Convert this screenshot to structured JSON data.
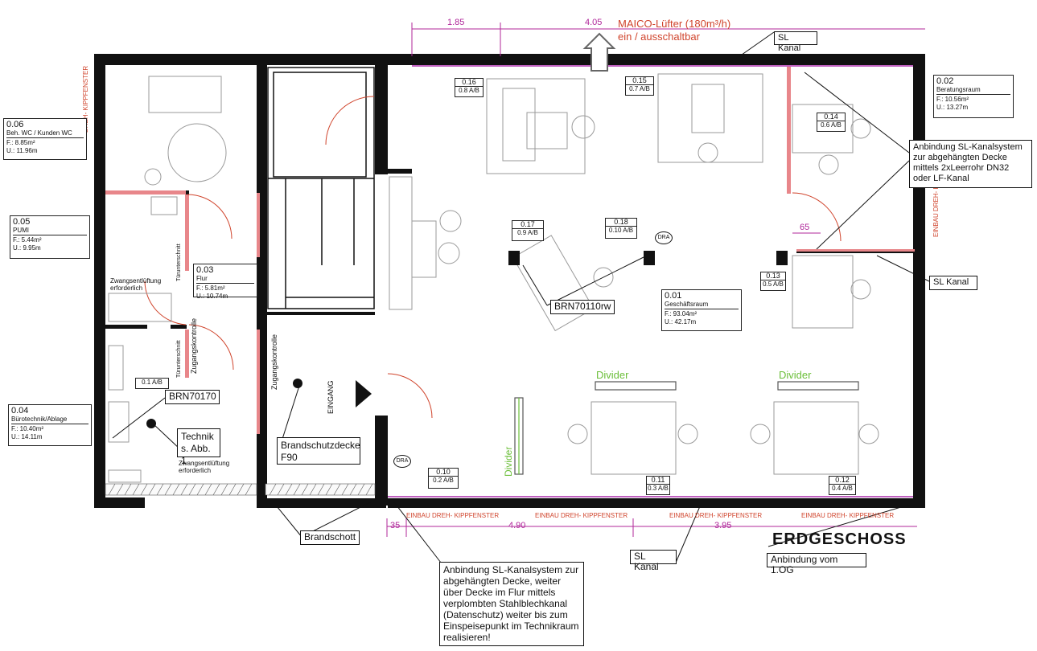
{
  "fan": {
    "line1": "MAICO-Lüfter (180m³/h)",
    "line2": "ein / ausschaltbar"
  },
  "dims": {
    "top_a": "1.85",
    "top_b": "4.05",
    "right_65": "65",
    "bottom_a": "35",
    "bottom_b": "4.90",
    "bottom_c": "3.95"
  },
  "rooms": {
    "r006": {
      "num": "0.06",
      "name": "Beh. WC / Kunden WC",
      "f": "F.:   8.85m²",
      "u": "U.:   11.96m"
    },
    "r005": {
      "num": "0.05",
      "name": "PUMI",
      "f": "F.:   5.44m²",
      "u": "U.:   9.95m"
    },
    "r003": {
      "num": "0.03",
      "name": "Flur",
      "f": "F.:   5.81m²",
      "u": "U.:   10.74m"
    },
    "r004": {
      "num": "0.04",
      "name": "Bürotechnik/Ablage",
      "f": "F.:   10.40m²",
      "u": "U.:   14.11m"
    },
    "r001": {
      "num": "0.01",
      "name": "Geschäftsraum",
      "f": "F.:   93.04m²",
      "u": "U.:   42.17m"
    },
    "r002": {
      "num": "0.02",
      "name": "Beratungsraum",
      "f": "F.:   10.56m²",
      "u": "U.:   13.27m"
    }
  },
  "tags": {
    "t016": {
      "top": "0.16",
      "bot": "0.8 A/B"
    },
    "t015": {
      "top": "0.15",
      "bot": "0.7 A/B"
    },
    "t014": {
      "top": "0.14",
      "bot": "0.6 A/B"
    },
    "t017": {
      "top": "0.17",
      "bot": "0.9 A/B"
    },
    "t018": {
      "top": "0.18",
      "bot": "0.10 A/B"
    },
    "t013": {
      "top": "0.13",
      "bot": "0.5 A/B"
    },
    "t010": {
      "top": "0.10",
      "bot": "0.2 A/B"
    },
    "t011": {
      "top": "0.11",
      "bot": "0.3 A/B"
    },
    "t012": {
      "top": "0.12",
      "bot": "0.4 A/B"
    },
    "t01ab": {
      "top": "",
      "bot": "0.1 A/B"
    }
  },
  "callouts": {
    "sl_kanal_top": "SL Kanal",
    "sl_kanal_right": "SL Kanal",
    "sl_kanal_bottom": "SL Kanal",
    "anbindung_right": "Anbindung SL-Kanalsystem zur abgehängten Decke mittels 2xLeerrohr DN32 oder LF-Kanal",
    "brn70110": "BRN70110rw",
    "brn70170": "BRN70170",
    "technik": "Technik s. Abb. 1",
    "brandschutzdecke": "Brandschutzdecke F90",
    "brandschott": "Brandschott",
    "anbindung_bottom": "Anbindung SL-Kanalsystem zur abgehängten Decke, weiter über Decke im Flur mittels verplombten Stahlblechkanal (Datenschutz) weiter bis zum Einspeisepunkt im Technikraum realisieren!",
    "anbindung_og": "Anbindung vom 1.OG"
  },
  "labels": {
    "erdgeschoss": "ERDGESCHOSS",
    "eingang": "EINGANG",
    "zugangskontrolle_a": "Zugangskontrolle",
    "zugangskontrolle_b": "Zugangskontrolle",
    "tuerunterschnitt_a": "Türunterschnitt",
    "tuerunterschnitt_b": "Türunterschnitt",
    "zwangsentlueftung_a": "Zwangsentlüftung erforderlich",
    "zwangsentlueftung_b": "Zwangsentlüftung erforderlich",
    "divider_1": "Divider",
    "divider_2": "Divider",
    "divider_3": "Divider",
    "dra_1": "DRA",
    "dra_2": "DRA",
    "fenster_left": "DREH- KIPPFENSTER",
    "fenster_right": "EINBAU  DREH- KIPPFENSTER",
    "fenster_b1": "EINBAU  DREH- KIPPFENSTER",
    "fenster_b2": "EINBAU  DREH- KIPPFENSTER",
    "fenster_b3": "EINBAU  DREH- KIPPFENSTER",
    "fenster_b4": "EINBAU  DREH- KIPPFENSTER"
  },
  "colors": {
    "wall": "#111111",
    "red": "#d0442c",
    "magenta": "#b0279a",
    "green": "#6cbf3a",
    "furniture": "#9a9a9a"
  }
}
